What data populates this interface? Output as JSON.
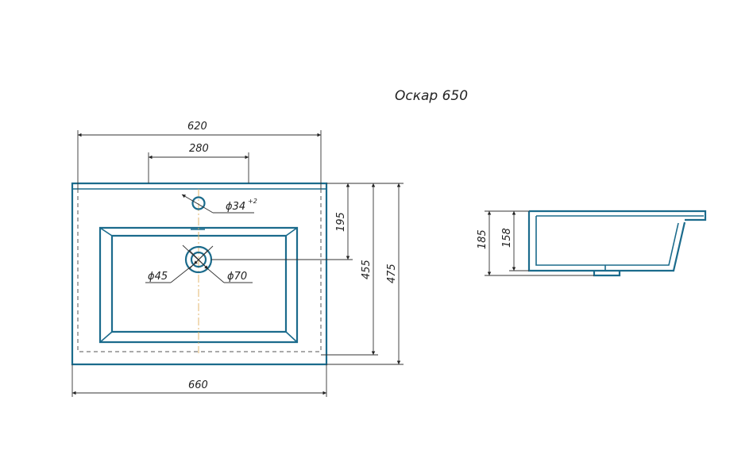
{
  "title": "Оскар 650",
  "colors": {
    "outline": "#1b6b8c",
    "dimension": "#333333",
    "centerline": "#e0b060"
  },
  "top_view": {
    "overall_width_label": "660",
    "inner_width_label": "620",
    "tap_spacing_label": "280",
    "tap_hole_diameter_label": "ϕ34",
    "tap_hole_tolerance_label": "+2",
    "drain_inner_diameter_label": "ϕ45",
    "drain_outer_diameter_label": "ϕ70",
    "drain_offset_label": "195",
    "inner_depth_label": "455",
    "overall_depth_label": "475"
  },
  "side_view": {
    "overall_height_label": "185",
    "bowl_height_label": "158"
  }
}
